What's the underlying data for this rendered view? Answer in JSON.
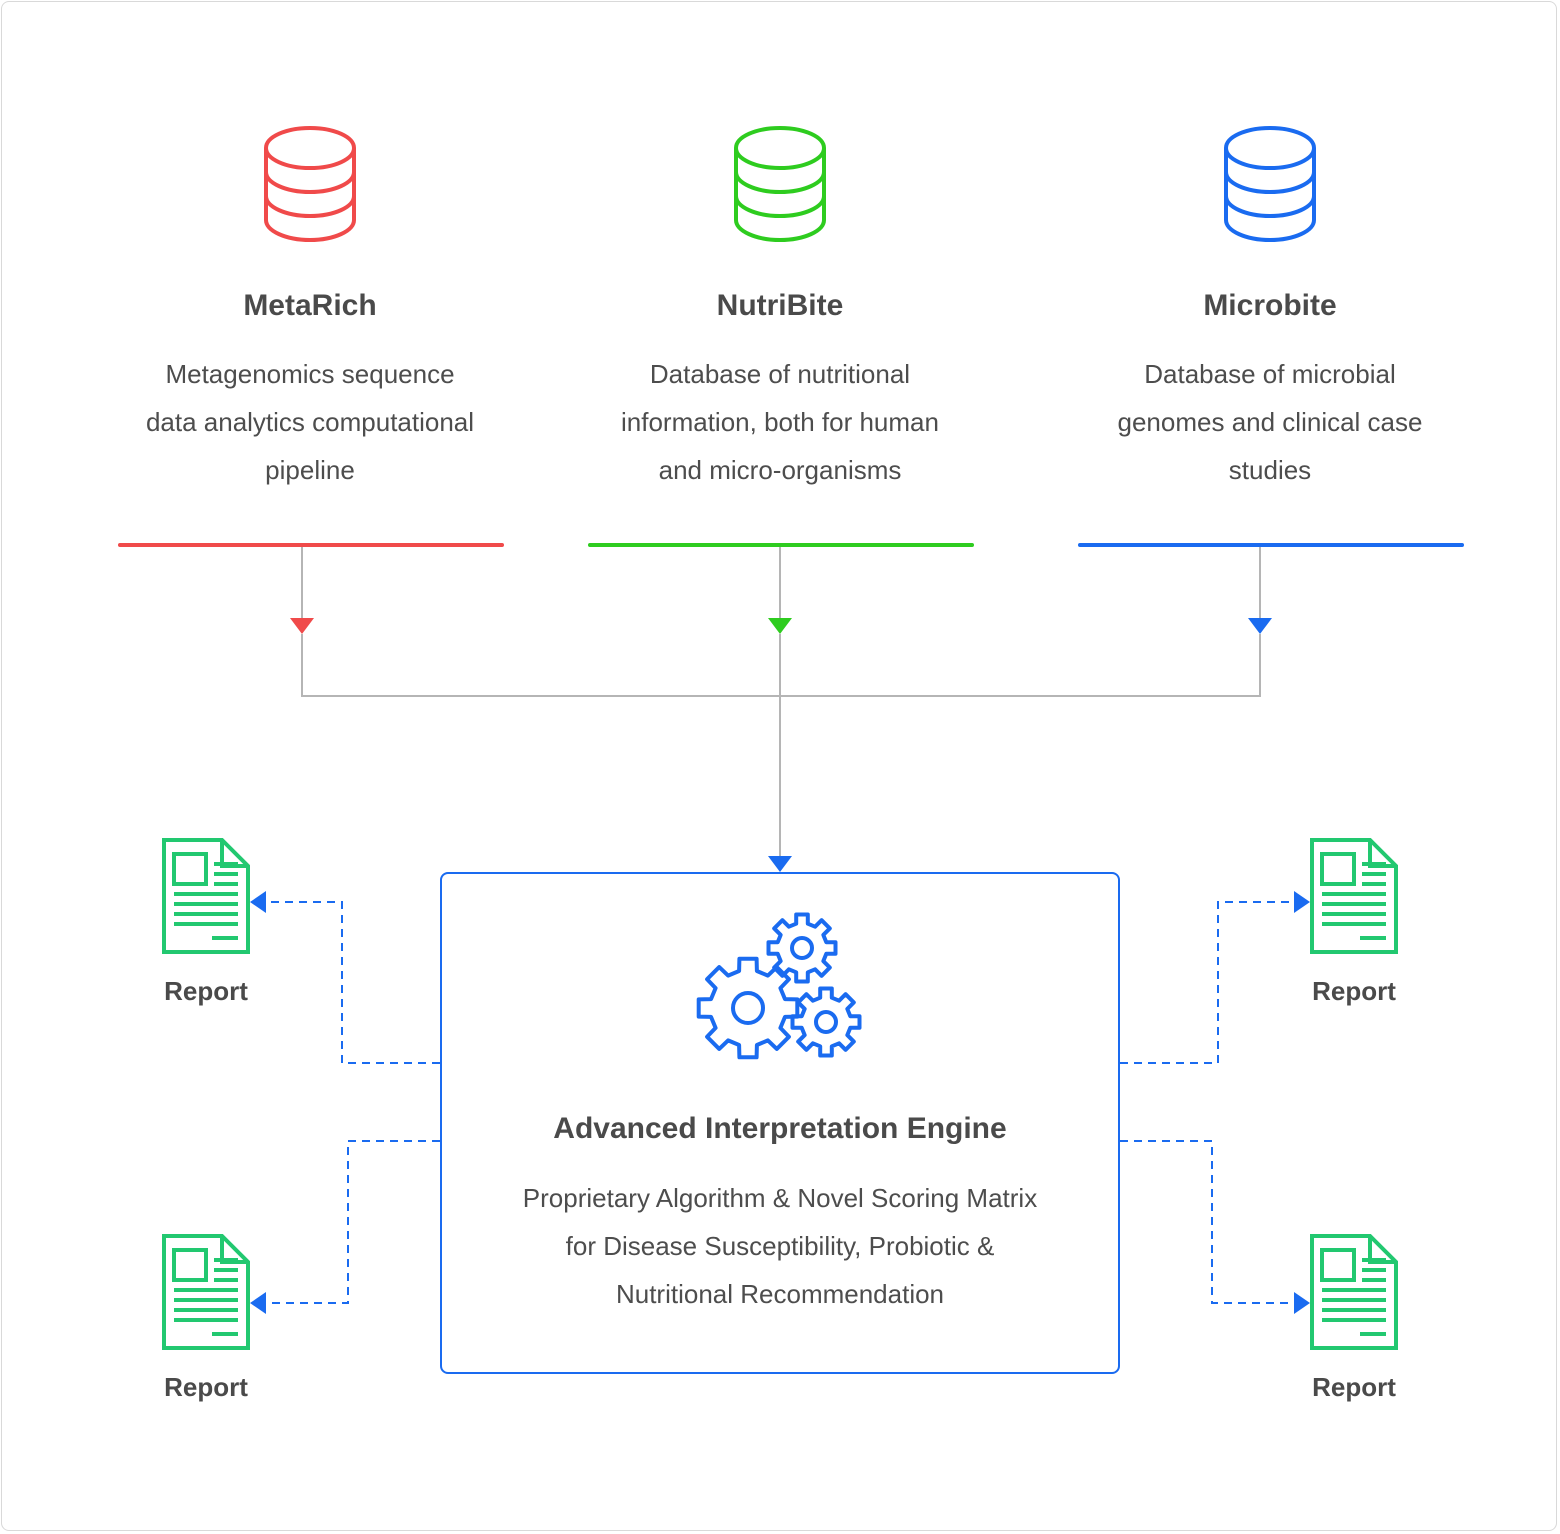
{
  "colors": {
    "metarich": "#f04a4a",
    "nutribite": "#2ecc1f",
    "microbite": "#1a6bf0",
    "engine": "#1a6bf0",
    "report": "#22c870",
    "connector": "#b5b5b5"
  },
  "databases": [
    {
      "icon": "database-icon",
      "title": "MetaRich",
      "desc_lines": [
        "Metagenomics sequence",
        "data analytics computational",
        "pipeline"
      ]
    },
    {
      "icon": "database-icon",
      "title": "NutriBite",
      "desc_lines": [
        "Database of nutritional",
        "information, both for human",
        "and micro-organisms"
      ]
    },
    {
      "icon": "database-icon",
      "title": "Microbite",
      "desc_lines": [
        "Database of microbial",
        "genomes and clinical case",
        "studies"
      ]
    }
  ],
  "engine": {
    "icon": "gears-icon",
    "title": "Advanced Interpretation Engine",
    "desc_lines": [
      "Proprietary Algorithm & Novel Scoring Matrix",
      "for Disease Susceptibility, Probiotic &",
      "Nutritional Recommendation"
    ]
  },
  "reports": [
    {
      "icon": "document-icon",
      "label": "Report"
    },
    {
      "icon": "document-icon",
      "label": "Report"
    },
    {
      "icon": "document-icon",
      "label": "Report"
    },
    {
      "icon": "document-icon",
      "label": "Report"
    }
  ]
}
